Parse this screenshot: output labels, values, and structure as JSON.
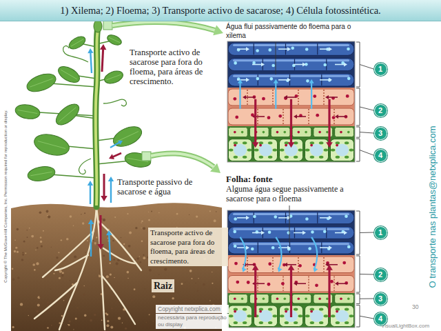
{
  "diagram": {
    "title": "1) Xilema; 2) Floema; 3) Transporte activo de sacarose; 4) Célula fotossintética.",
    "nodes": [
      {
        "text": [
          "Água flui passivamente do floema para o xilema"
        ]
      },
      {
        "text": [
          "1"
        ]
      },
      {
        "text": [
          "2"
        ]
      },
      {
        "text": [
          "3"
        ]
      },
      {
        "text": [
          "4"
        ]
      },
      {
        "text": [
          "Folha: fonte",
          "Alguma água segue passivamente a sacarose para o floema"
        ]
      },
      {
        "text": [
          "1"
        ]
      },
      {
        "text": [
          "2"
        ]
      },
      {
        "text": [
          "3"
        ]
      },
      {
        "text": [
          "4"
        ]
      }
    ],
    "labels": [
      "Transporte activo de sacarose para fora do floema, para áreas de crescimento.",
      "Transporte passivo de sacarose e água",
      "Transporte activo de sacarose para fora do floema, para áreas de crescimento.",
      "Raiz",
      "Copyright © The McGraw-Hill Companies, Inc. Permission required for reproduction or display.",
      "O transporte nas plantas@netxplica.com",
      "Copyright netxplica.com",
      "necessária para reprodução ou display",
      "30",
      "VisualLightBox.com"
    ]
  }
}
